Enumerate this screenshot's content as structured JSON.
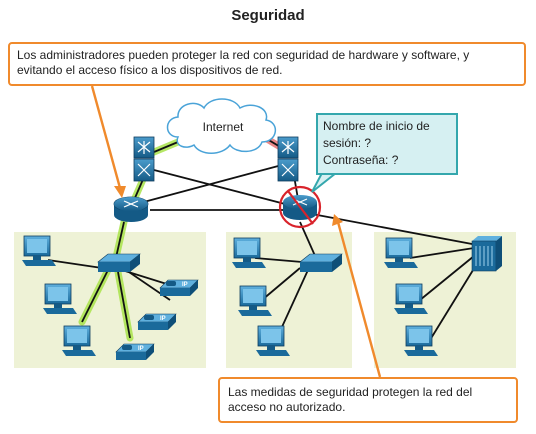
{
  "title": "Seguridad",
  "callouts": {
    "top": "Los administradores pueden proteger la red con seguridad de hardware y software, y evitando el acceso físico a los dispositivos de red.",
    "bottom": "Las medidas de seguridad protegen la red del acceso no autorizado."
  },
  "cloud_label": "Internet",
  "login_prompt": {
    "line1": "Nombre de inicio de",
    "line2": "sesión: ?",
    "line3": "Contraseña: ?"
  },
  "phone_label": "IP",
  "colors": {
    "callout_border": "#f08a2c",
    "bubble_border": "#34a7ad",
    "bubble_fill": "#d6f0f2",
    "lan_area": "#eef2d6",
    "device_blue": "#1f6d9e",
    "secure_glow": "#a9e34b",
    "breach_red": "#d9232b"
  }
}
